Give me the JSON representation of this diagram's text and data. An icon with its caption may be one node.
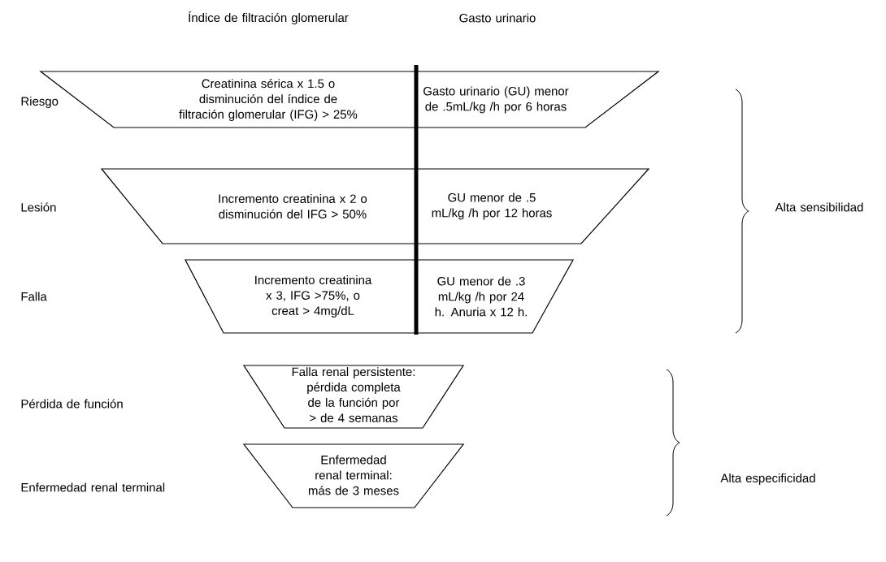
{
  "diagram": {
    "nodes": [
      {
        "text": [
          "Creatinina sérica x 1.5 o disminución del índice de filtración glomerular (IFG) > 25%",
          "Gasto urinario (GU) menor de .5mL/kg /h por 6 horas"
        ]
      },
      {
        "text": [
          "Incremento creatinina x 2 o disminución del IFG > 50%",
          "GU menor de .5 mL/kg /h por 12 horas"
        ]
      },
      {
        "text": [
          "Incremento creatinina x 3, IFG >75%, o creat > 4mg/dL",
          "GU menor de .3 mL/kg /h por 24 h. Anuria x 12 h."
        ]
      },
      {
        "text": [
          "Falla renal persistente: pérdida completa de la función por > de 4 semanas"
        ]
      },
      {
        "text": [
          "Enfermedad renal terminal: más de 3 meses"
        ]
      }
    ],
    "labels": [
      "Índice de filtración glomerular",
      "Gasto urinario",
      "Riesgo",
      "Lesión",
      "Alta sensibilidad",
      "Falla",
      "Pérdida de función",
      "Alta especificidad",
      "Enfermedad renal terminal"
    ]
  }
}
